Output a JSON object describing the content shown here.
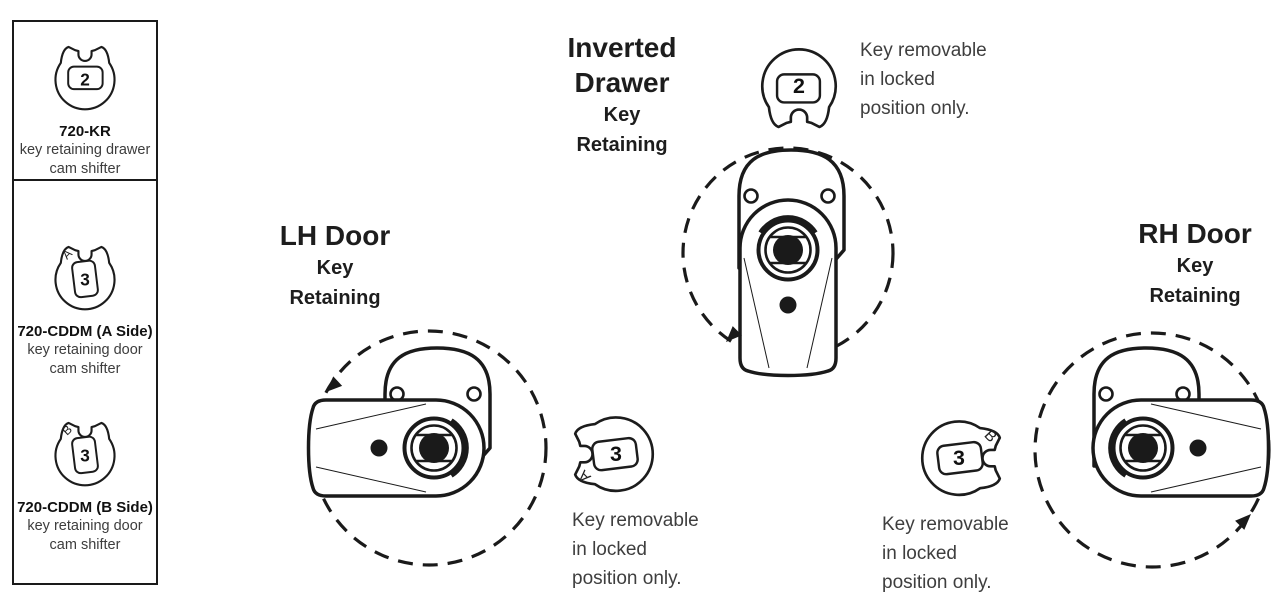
{
  "sidebar": {
    "items": [
      {
        "cam_number": "2",
        "part": "720-KR",
        "desc_line1": "key retaining drawer",
        "desc_line2": "cam shifter"
      },
      {
        "cam_number": "3",
        "cam_letter": "A",
        "part": "720-CDDM (A Side)",
        "desc_line1": "key retaining door",
        "desc_line2": "cam shifter"
      },
      {
        "cam_number": "3",
        "cam_letter": "B",
        "part": "720-CDDM (B Side)",
        "desc_line1": "key retaining door",
        "desc_line2": "cam shifter"
      }
    ]
  },
  "diagrams": {
    "inverted_drawer": {
      "title_line1": "Inverted",
      "title_line2": "Drawer",
      "subtitle_line1": "Key",
      "subtitle_line2": "Retaining",
      "cam_number": "2",
      "note_line1": "Key removable",
      "note_line2": "in locked",
      "note_line3": "position only."
    },
    "lh_door": {
      "title": "LH Door",
      "subtitle_line1": "Key",
      "subtitle_line2": "Retaining",
      "cam_number": "3",
      "cam_letter": "A",
      "note_line1": "Key removable",
      "note_line2": "in locked",
      "note_line3": "position only."
    },
    "rh_door": {
      "title": "RH Door",
      "subtitle_line1": "Key",
      "subtitle_line2": "Retaining",
      "cam_number": "3",
      "cam_letter": "B",
      "note_line1": "Key removable",
      "note_line2": "in locked",
      "note_line3": "position only."
    }
  },
  "colors": {
    "line": "#1a1a1a",
    "text_gray": "#3e3e3e"
  }
}
